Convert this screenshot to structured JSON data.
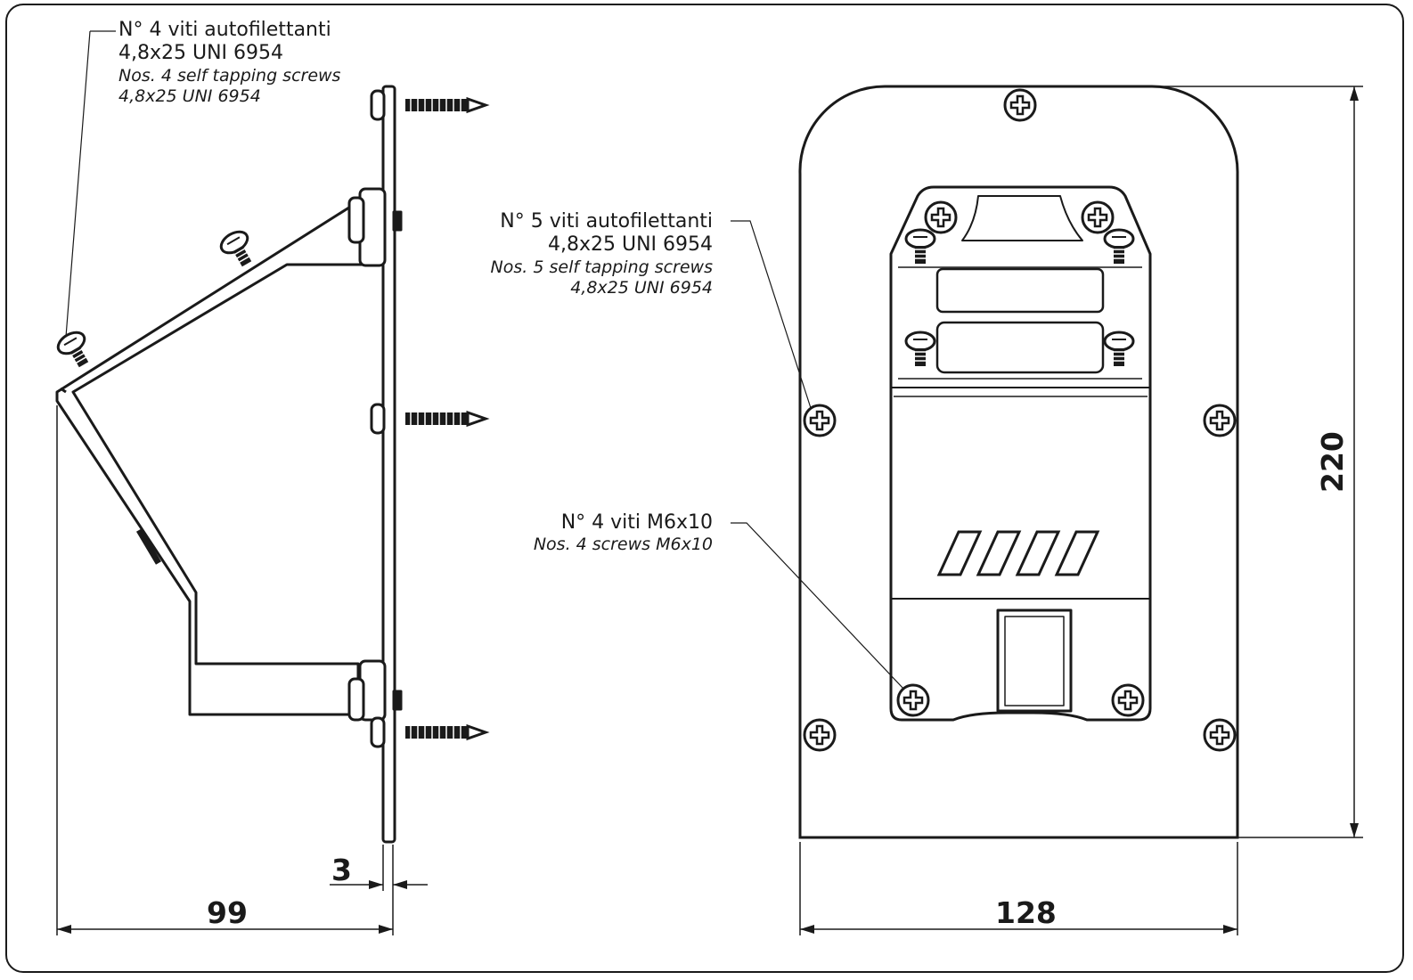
{
  "callouts": {
    "left_screws": {
      "line1": "N° 4 viti autofilettanti",
      "line2": "4,8x25 UNI 6954",
      "line3": "Nos. 4 self tapping screws",
      "line4": "4,8x25 UNI 6954"
    },
    "plate_screws": {
      "line1": "N° 5 viti autofilettanti",
      "line2": "4,8x25 UNI 6954",
      "line3": "Nos. 5 self tapping screws",
      "line4": "4,8x25 UNI 6954"
    },
    "m6_screws": {
      "line1": "N° 4 viti M6x10",
      "line2": "Nos. 4 screws M6x10"
    }
  },
  "dimensions": {
    "depth": "99",
    "thickness": "3",
    "width": "128",
    "height": "220"
  },
  "colors": {
    "line": "#1a1a1a",
    "fill": "#ffffff"
  }
}
